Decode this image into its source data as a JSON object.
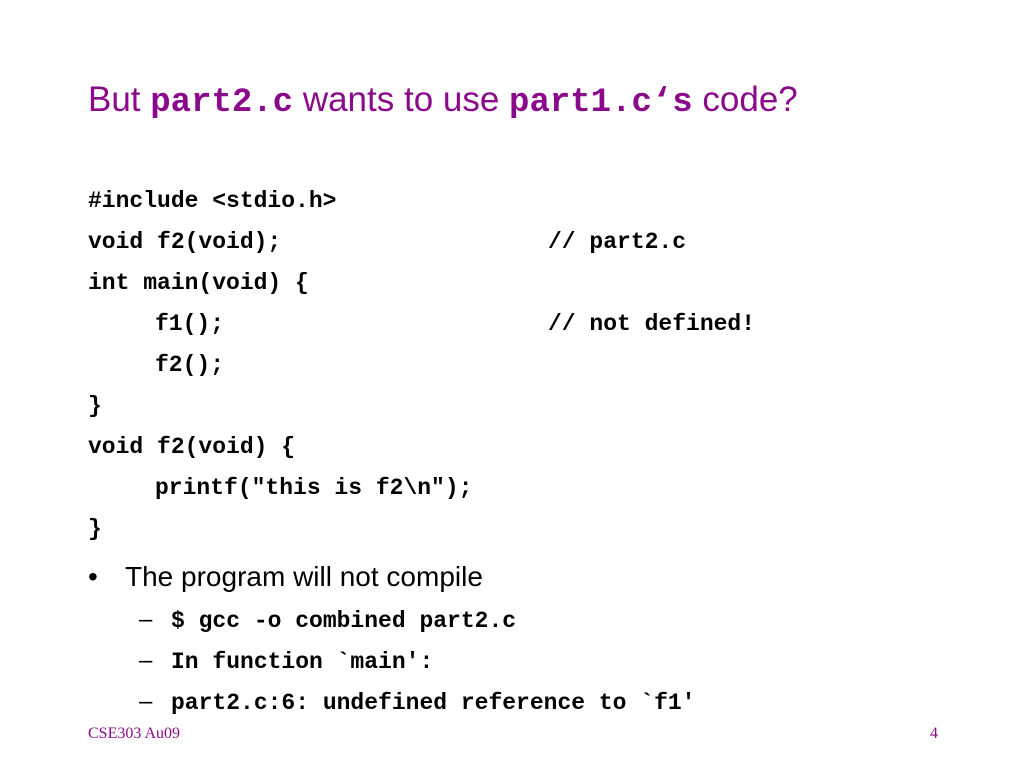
{
  "slide": {
    "title": {
      "prefix": "But ",
      "code1": "part2.c",
      "middle": " wants to use ",
      "code2": "part1.c‘s",
      "suffix": " code?"
    },
    "code_lines": [
      {
        "indent": false,
        "text": "#include <stdio.h>",
        "comment": ""
      },
      {
        "indent": false,
        "text": "void f2(void);",
        "comment": "// part2.c"
      },
      {
        "indent": false,
        "text": "int main(void) {",
        "comment": ""
      },
      {
        "indent": true,
        "text": "f1();",
        "comment": "// not defined!"
      },
      {
        "indent": true,
        "text": "f2();",
        "comment": ""
      },
      {
        "indent": false,
        "text": "}",
        "comment": ""
      },
      {
        "indent": false,
        "text": "void f2(void) {",
        "comment": ""
      },
      {
        "indent": true,
        "text": "printf(\"this is f2\\n\");",
        "comment": ""
      },
      {
        "indent": false,
        "text": "}",
        "comment": ""
      }
    ],
    "bullet": {
      "marker": "•",
      "text": "The program will not compile",
      "sub_items": [
        {
          "marker": "–",
          "text": "$ gcc -o combined part2.c"
        },
        {
          "marker": "–",
          "text": "In function `main':"
        },
        {
          "marker": "–",
          "text": "part2.c:6: undefined reference to `f1'"
        }
      ]
    },
    "footer": {
      "course": "CSE303 Au09",
      "page_number": "4"
    },
    "colors": {
      "accent": "#8b0a8b",
      "text": "#000000",
      "background": "#ffffff"
    }
  }
}
